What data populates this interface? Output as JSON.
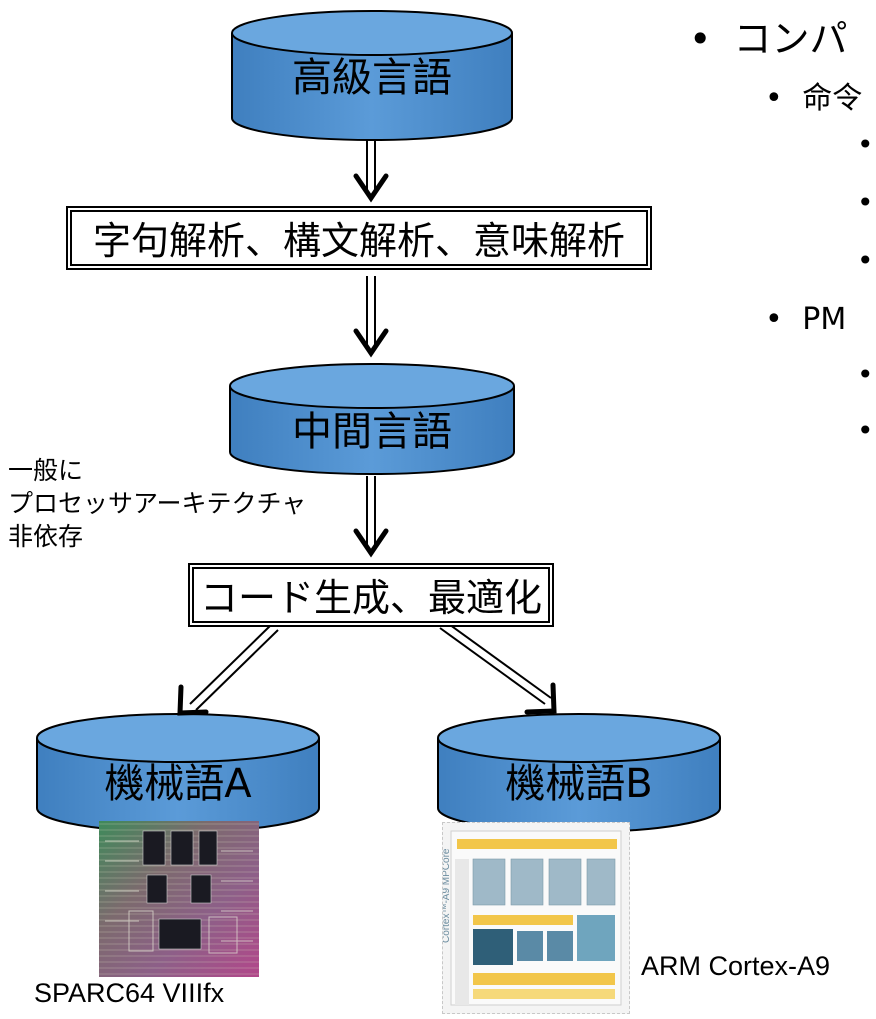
{
  "flow": {
    "high_level_language": "高級言語",
    "analysis_step": "字句解析、構文解析、意味解析",
    "intermediate_language": "中間言語",
    "codegen_step": "コード生成、最適化",
    "machine_a": "機械語A",
    "machine_b": "機械語B"
  },
  "side_note": {
    "line1": "一般に",
    "line2": "プロセッサアーキテクチャ",
    "line3": "非依存"
  },
  "captions": {
    "chip_a": "SPARC64 VIIIfx",
    "chip_b": "ARM Cortex-A9"
  },
  "right_panel": {
    "bullet1_text": "コンパ",
    "bullet1_1_text": "命令",
    "bullet2_text": "PM"
  },
  "cortex_vertical_label": "Cortex™-A9 MPCore",
  "colors": {
    "cylinder_fill": "#4f8fcf",
    "cylinder_stroke": "#000000"
  }
}
